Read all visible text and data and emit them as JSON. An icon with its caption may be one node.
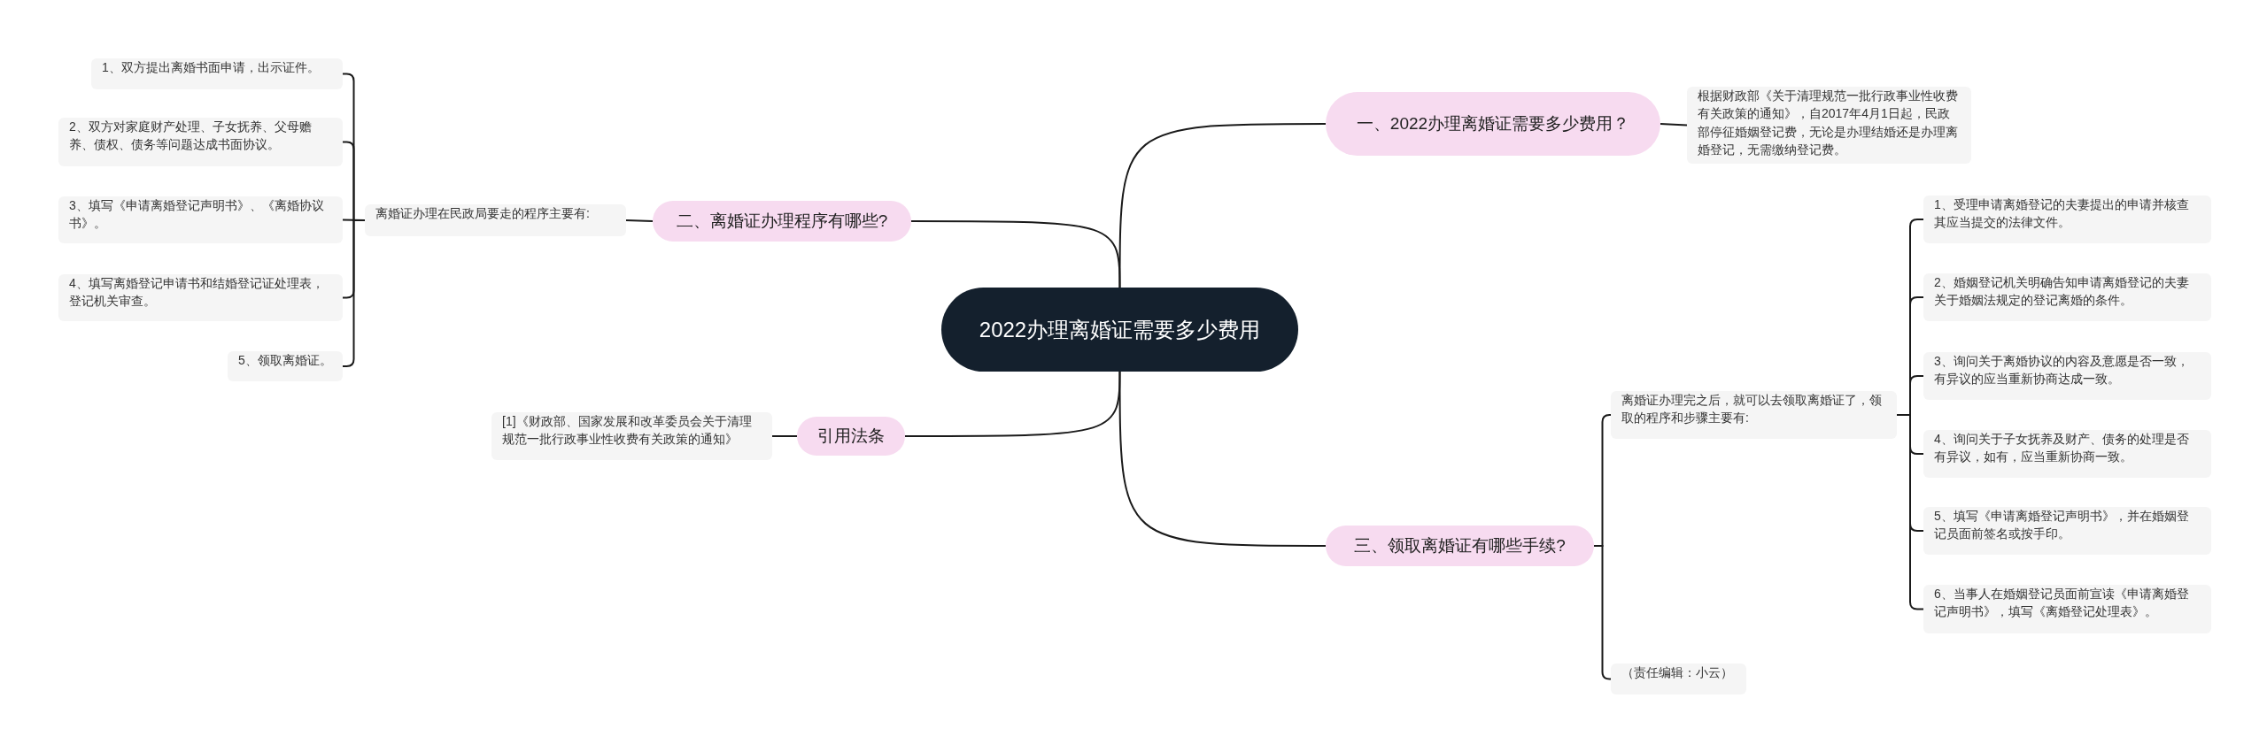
{
  "diagram": {
    "nodes": [
      {
        "text": [
          "2022办理离婚证需要多少费用"
        ]
      },
      {
        "text": [
          "一、2022办理离婚证需要多少费用？"
        ]
      },
      {
        "text": [
          "根据财政部《关于清理规范一批行政事业性收费有关政策的通知》，自2017年4月1日起，民政部停征婚姻登记费，无论是办理结婚还是办理离婚登记，无需缴纳登记费。"
        ]
      },
      {
        "text": [
          "二、离婚证办理程序有哪些?"
        ]
      },
      {
        "text": [
          "离婚证办理在民政局要走的程序主要有:"
        ]
      },
      {
        "text": [
          "1、双方提出离婚书面申请，出示证件。"
        ]
      },
      {
        "text": [
          "2、双方对家庭财产处理、子女抚养、父母赡养、债权、债务等问题达成书面协议。"
        ]
      },
      {
        "text": [
          "3、填写《申请离婚登记声明书》、《离婚协议书》。"
        ]
      },
      {
        "text": [
          "4、填写离婚登记申请书和结婚登记证处理表，登记机关审查。"
        ]
      },
      {
        "text": [
          "5、领取离婚证。"
        ]
      },
      {
        "text": [
          "引用法条"
        ]
      },
      {
        "text": [
          "[1]《财政部、国家发展和改革委员会关于清理规范一批行政事业性收费有关政策的通知》"
        ]
      },
      {
        "text": [
          "三、领取离婚证有哪些手续?"
        ]
      },
      {
        "text": [
          "离婚证办理完之后，就可以去领取离婚证了，领取的程序和步骤主要有:"
        ]
      },
      {
        "text": [
          "1、受理申请离婚登记的夫妻提出的申请并核查其应当提交的法律文件。"
        ]
      },
      {
        "text": [
          "2、婚姻登记机关明确告知申请离婚登记的夫妻关于婚姻法规定的登记离婚的条件。"
        ]
      },
      {
        "text": [
          "3、询问关于离婚协议的内容及意愿是否一致，有异议的应当重新协商达成一致。"
        ]
      },
      {
        "text": [
          "4、询问关于子女抚养及财产、债务的处理是否有异议，如有，应当重新协商一致。"
        ]
      },
      {
        "text": [
          "5、填写《申请离婚登记声明书》，并在婚姻登记员面前签名或按手印。"
        ]
      },
      {
        "text": [
          "6、当事人在婚姻登记员面前宣读《申请离婚登记声明书》，填写《离婚登记处理表》。"
        ]
      },
      {
        "text": [
          "（责任编辑：小云）"
        ]
      }
    ],
    "edges": [
      {
        "from": 0,
        "to": 1,
        "arrow": "none"
      },
      {
        "from": 1,
        "to": 2,
        "arrow": "none"
      },
      {
        "from": 0,
        "to": 3,
        "arrow": "none"
      },
      {
        "from": 3,
        "to": 4,
        "arrow": "none"
      },
      {
        "from": 4,
        "to": 5,
        "arrow": "none"
      },
      {
        "from": 4,
        "to": 6,
        "arrow": "none"
      },
      {
        "from": 4,
        "to": 7,
        "arrow": "none"
      },
      {
        "from": 4,
        "to": 8,
        "arrow": "none"
      },
      {
        "from": 4,
        "to": 9,
        "arrow": "none"
      },
      {
        "from": 0,
        "to": 10,
        "arrow": "none"
      },
      {
        "from": 10,
        "to": 11,
        "arrow": "none"
      },
      {
        "from": 0,
        "to": 12,
        "arrow": "none"
      },
      {
        "from": 12,
        "to": 13,
        "arrow": "none"
      },
      {
        "from": 13,
        "to": 14,
        "arrow": "none"
      },
      {
        "from": 13,
        "to": 15,
        "arrow": "none"
      },
      {
        "from": 13,
        "to": 16,
        "arrow": "none"
      },
      {
        "from": 13,
        "to": 17,
        "arrow": "none"
      },
      {
        "from": 13,
        "to": 18,
        "arrow": "none"
      },
      {
        "from": 13,
        "to": 19,
        "arrow": "none"
      },
      {
        "from": 12,
        "to": 20,
        "arrow": "none"
      }
    ]
  }
}
